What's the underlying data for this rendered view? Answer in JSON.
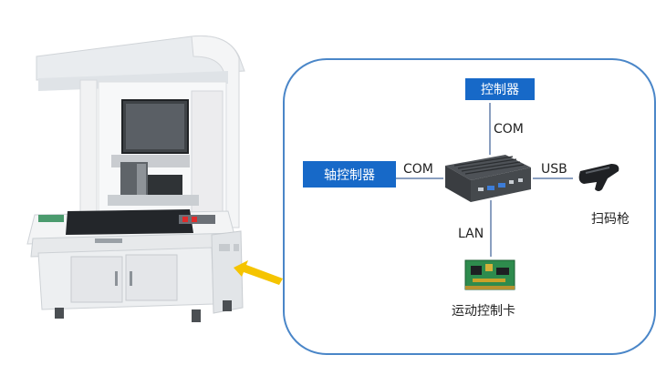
{
  "diagram": {
    "nodes": {
      "controller": "控制器",
      "axis_controller": "轴控制器",
      "scanner": "扫码枪",
      "motion_card": "运动控制卡"
    },
    "links": {
      "top": "COM",
      "left": "COM",
      "right": "USB",
      "bottom": "LAN"
    }
  },
  "colors": {
    "accent_box": "#1769c8",
    "panel_border": "#4a86c8",
    "arrow": "#f5c400"
  }
}
